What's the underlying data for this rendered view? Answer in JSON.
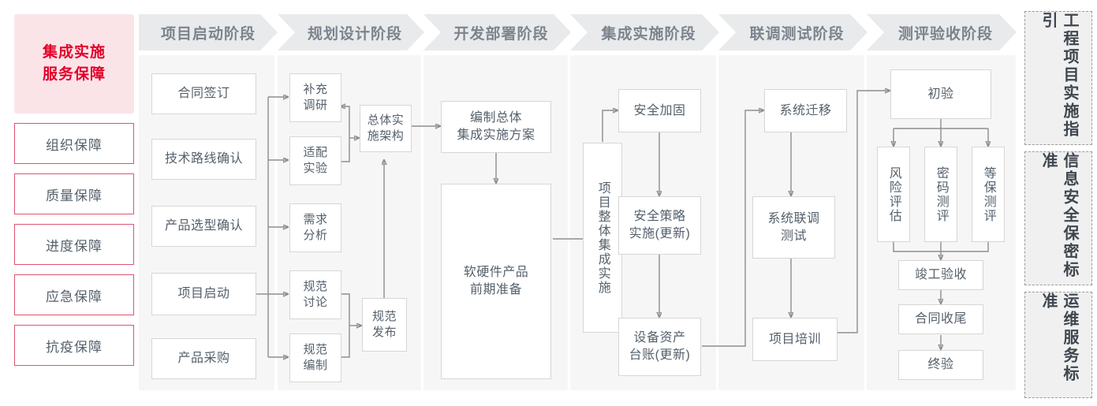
{
  "left_column": {
    "title_lines": [
      "集成实施",
      "服务保障"
    ],
    "title_text": "集成实施服务保障",
    "items": [
      {
        "label": "组织保障"
      },
      {
        "label": "质量保障"
      },
      {
        "label": "进度保障"
      },
      {
        "label": "应急保障"
      },
      {
        "label": "抗疫保障"
      }
    ]
  },
  "phases": [
    {
      "label": "项目启动阶段"
    },
    {
      "label": "规划设计阶段"
    },
    {
      "label": "开发部署阶段"
    },
    {
      "label": "集成实施阶段"
    },
    {
      "label": "联调测试阶段"
    },
    {
      "label": "测评验收阶段"
    }
  ],
  "nodes": {
    "p1_n1": "合同签订",
    "p1_n2": "技术路线确认",
    "p1_n3": "产品选型确认",
    "p1_n4": "项目启动",
    "p1_n5": "产品采购",
    "p2_n1": "补充\n调研",
    "p2_n2": "适配\n实验",
    "p2_n3": "需求\n分析",
    "p2_n4": "规范\n讨论",
    "p2_n5": "规范\n编制",
    "p2_n6": "总体实\n施架构",
    "p2_n7": "规范\n发布",
    "p3_n1": "编制总体\n集成实施方案",
    "p3_n2": "软硬件产品\n前期准备",
    "p4_n1": "项目整体集成实施",
    "p4_n2": "安全加固",
    "p4_n3": "安全策略\n实施(更新)",
    "p4_n4": "设备资产\n台账(更新)",
    "p5_n1": "系统迁移",
    "p5_n2": "系统联调\n测试",
    "p5_n3": "项目培训",
    "p6_n1": "初验",
    "p6_n2": "风险评估",
    "p6_n3": "密码测评",
    "p6_n4": "等保测评",
    "p6_n5": "竣工验收",
    "p6_n6": "合同收尾",
    "p6_n7": "终验"
  },
  "sidebar": {
    "panels": [
      {
        "label": "工程项目实施指引"
      },
      {
        "label": "信息安全保密标准"
      },
      {
        "label": "运维服务标准"
      }
    ]
  },
  "colors": {
    "accent_red": "#e2002a",
    "accent_red_border": "#e0536e",
    "accent_red_bg": "#fbe4e8",
    "phase_header_bg": "#e9eaeb",
    "phase_header_text": "#7b848e",
    "phase_body_bg": "#f6f6f6",
    "node_border": "#d6d6d6",
    "node_text": "#55606b",
    "connector": "#8d8d8d",
    "sidebar_bg": "#f0f0f0",
    "sidebar_border": "#9b9b9b"
  }
}
